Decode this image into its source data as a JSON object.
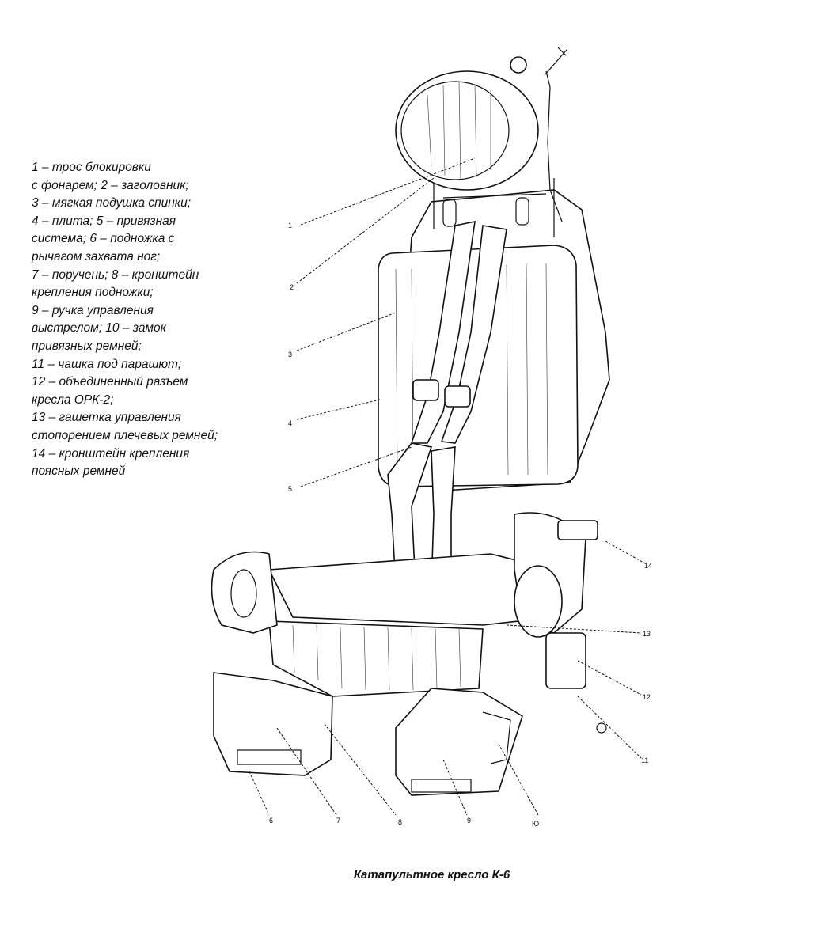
{
  "legend": {
    "lines": [
      "1 – трос блокировки",
      "с фонарем; 2 – заголовник;",
      "3 – мягкая подушка спинки;",
      "4 – плита; 5 – привязная",
      "система; 6 – подножка с",
      "рычагом захвата ног;",
      "7 – поручень; 8 – кронштейн",
      "крепления подножки;",
      "9 – ручка управления",
      "выстрелом; 10 – замок",
      "привязных ремней;",
      "11 – чашка под парашют;",
      "12 – объединенный разъем",
      "кресла ОРК-2;",
      "13 – гашетка управления",
      "стопорением плечевых ремней;",
      "14 – кронштейн крепления",
      "поясных ремней"
    ]
  },
  "callouts": {
    "n1": "1",
    "n2": "2",
    "n3": "3",
    "n4": "4",
    "n5": "5",
    "n6": "6",
    "n7": "7",
    "n8": "8",
    "n9": "9",
    "n10": "Ю",
    "n11": "11",
    "n12": "12",
    "n13": "13",
    "n14": "14"
  },
  "caption": "Катапультное кресло К-6",
  "colors": {
    "ink": "#111111",
    "paper": "#ffffff"
  }
}
